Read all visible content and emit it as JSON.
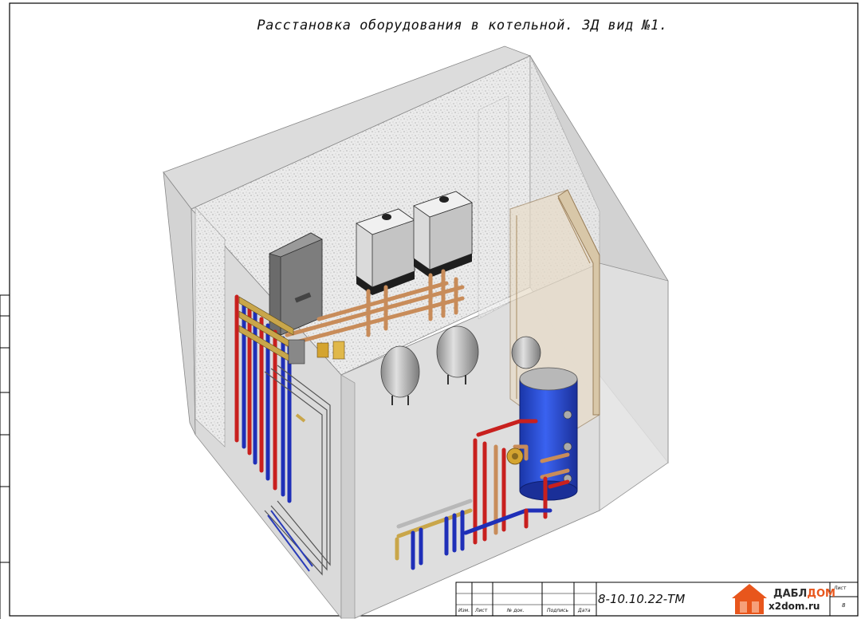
{
  "title": "Расстановка оборудования в котельной. 3Д вид №1.",
  "title_block": {
    "drawing_code": "8-10.10.22-ТМ",
    "columns": [
      "Изм.",
      "Лист",
      "№ док.",
      "Подпись",
      "Дата"
    ],
    "sheet_label": "Лист",
    "sheet_number": "8"
  },
  "logo": {
    "name_part1": "ДАБЛ",
    "name_part2": "ДОМ",
    "url": "x2dom.ru",
    "colors": {
      "orange": "#e8561c",
      "dark": "#2d2d2d"
    }
  },
  "colors": {
    "supply_pipe": "#c8201e",
    "return_pipe": "#1f2fb8",
    "tank": "#2a4fd8",
    "copper_pipe": "#c88c5a",
    "wall": "#d9d9d9"
  }
}
